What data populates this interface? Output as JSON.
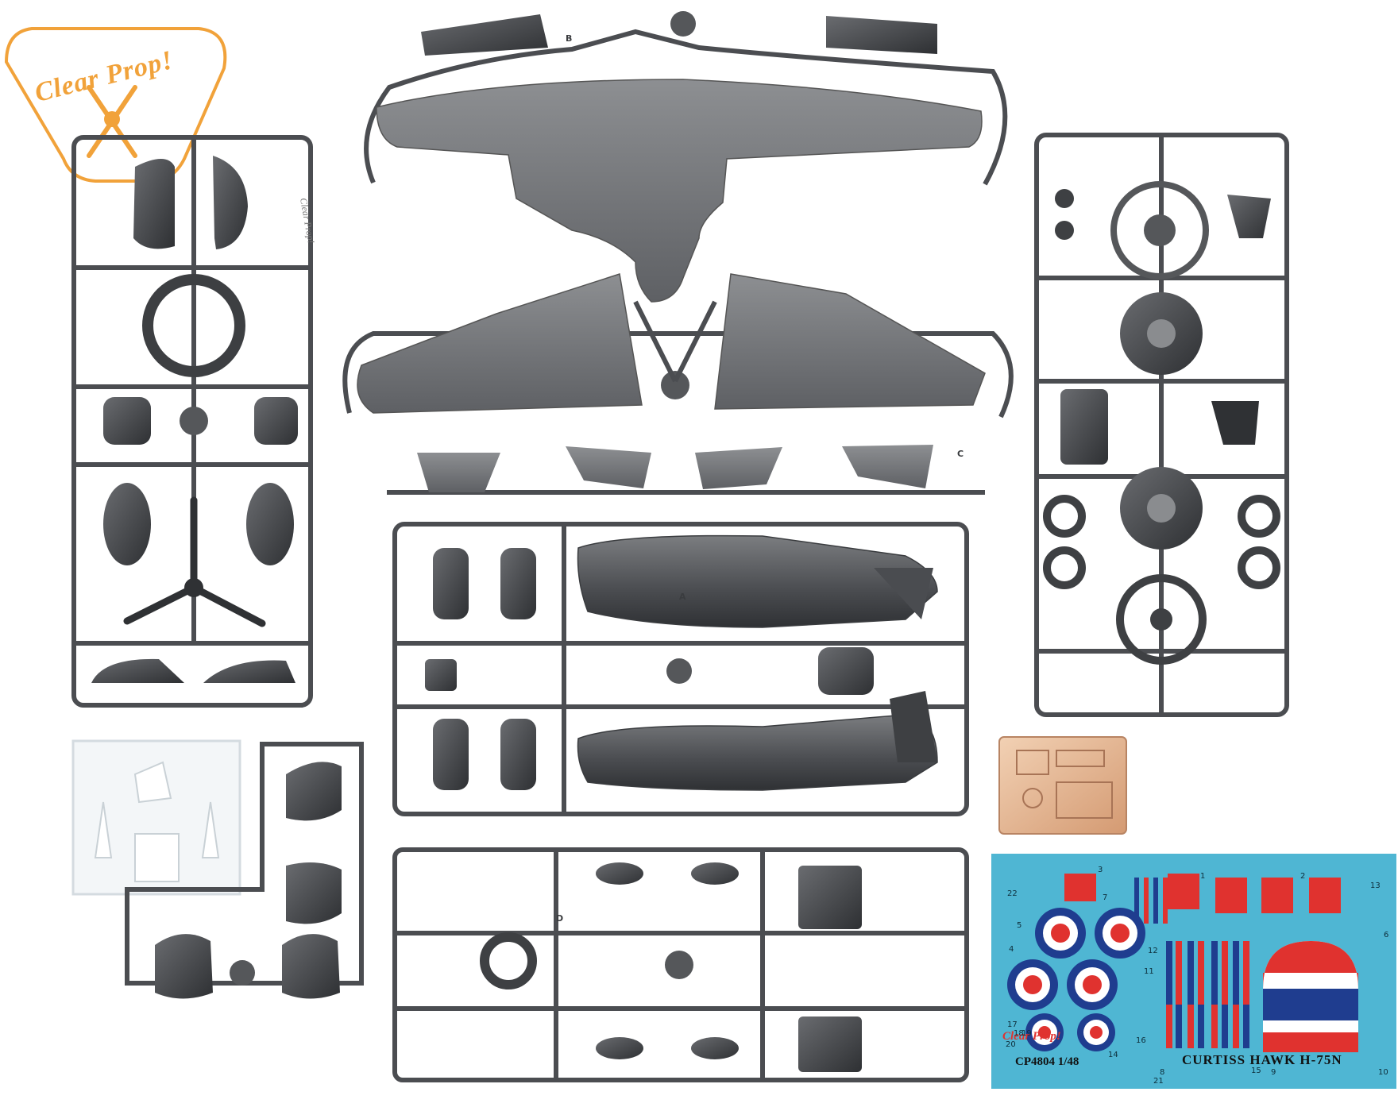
{
  "brand_logo": {
    "text": "Clear Prop!",
    "color": "#f1a23a"
  },
  "decal_sheet": {
    "title": "CURTISS HAWK H-75N",
    "kit_code": "CP4804",
    "scale": "1/48",
    "brand": "Clear Prop!",
    "background_color": "#4fb6d3",
    "numbers": [
      "1",
      "2",
      "3",
      "4",
      "5",
      "6",
      "7",
      "8",
      "9",
      "10",
      "11",
      "12",
      "13",
      "14",
      "15",
      "16",
      "17",
      "18",
      "19",
      "20",
      "21",
      "22"
    ]
  },
  "sprue_labels": [
    "A",
    "B",
    "C",
    "D"
  ],
  "colors": {
    "plastic": "#5f6165",
    "plastic_dark": "#3e4043",
    "plastic_light": "#8a8c8f",
    "clear_parts": "#e8eef2",
    "photo_etch": "#e2b08a",
    "roundel_red": "#e0322f",
    "roundel_blue": "#1f3d8f"
  }
}
